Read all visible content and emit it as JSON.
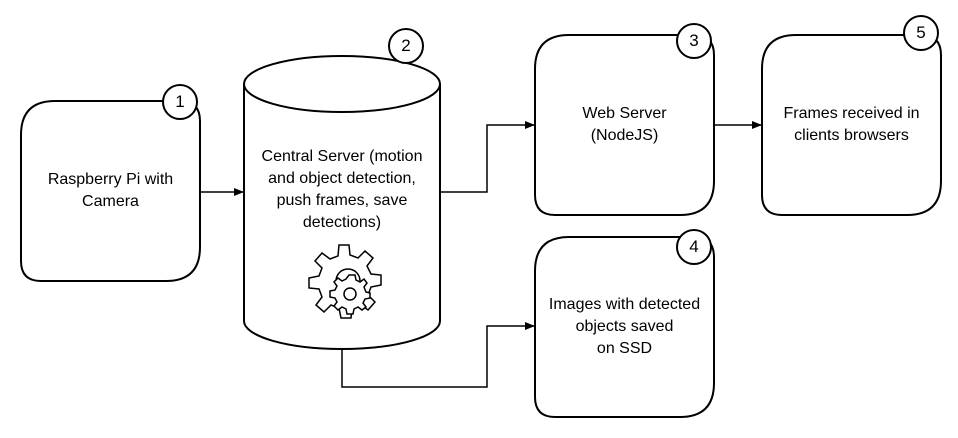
{
  "nodes": {
    "raspberry": {
      "label": "Raspberry Pi with\nCamera",
      "number": "1"
    },
    "central": {
      "label": "Central Server (motion\nand object detection,\npush frames, save\ndetections)",
      "number": "2"
    },
    "webserver": {
      "label": "Web Server\n(NodeJS)",
      "number": "3"
    },
    "images": {
      "label": "Images with detected\nobjects saved\non SSD",
      "number": "4"
    },
    "frames": {
      "label": "Frames received in\nclients browsers",
      "number": "5"
    }
  },
  "icons": {
    "central_icon": "gears-icon"
  }
}
